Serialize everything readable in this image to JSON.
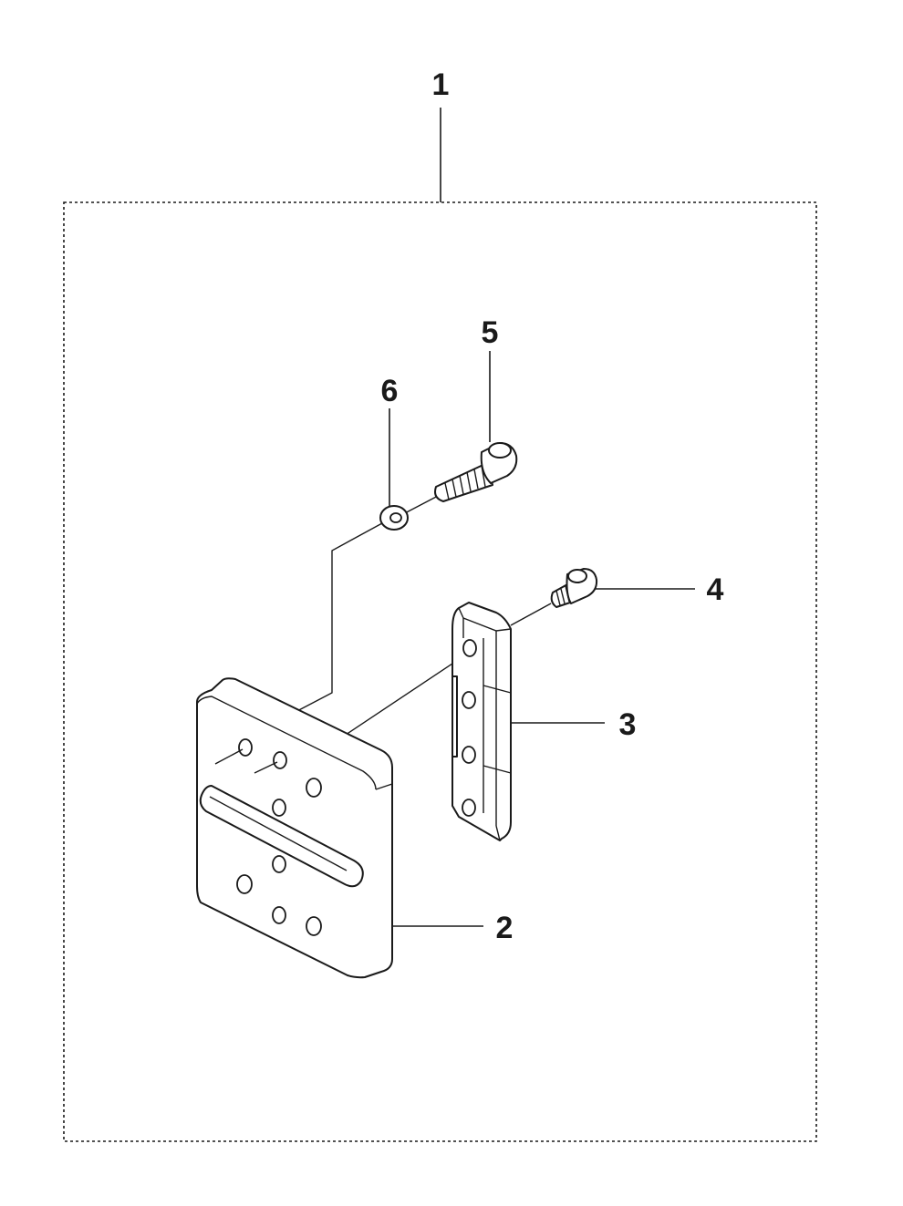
{
  "callouts": {
    "kit": "1",
    "plate": "2",
    "rail": "3",
    "short_screw": "4",
    "long_screw": "5",
    "washer": "6"
  },
  "colors": {
    "line": "#1a1a1a",
    "background": "#ffffff"
  }
}
